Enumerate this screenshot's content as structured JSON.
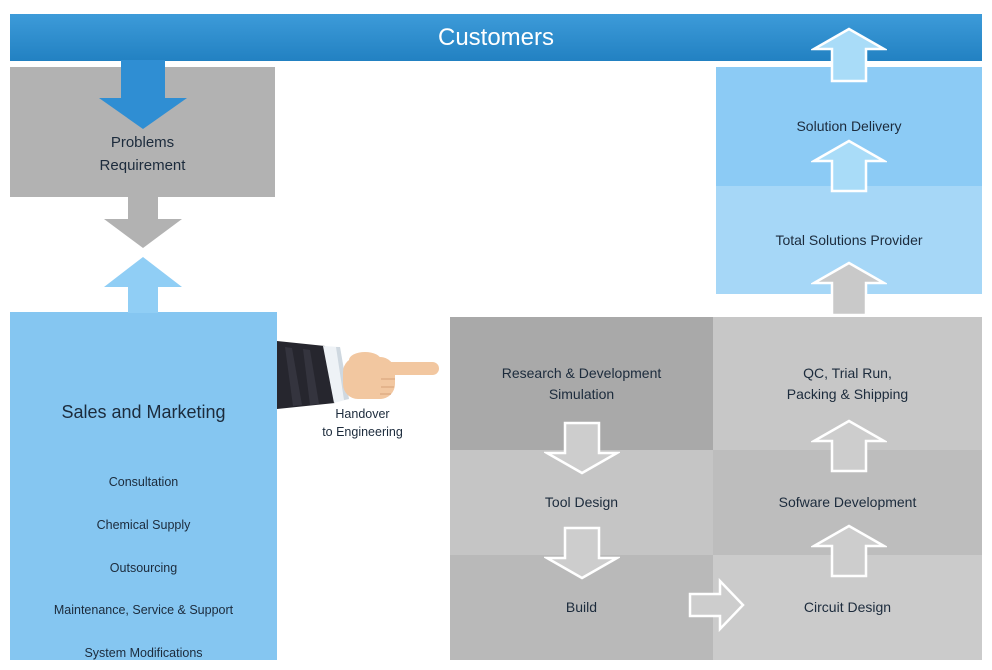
{
  "header": {
    "title": "Customers"
  },
  "left_flow": {
    "problems_requirement": "Problems\nRequirement",
    "sales_and_marketing": {
      "title": "Sales and Marketing",
      "services": [
        "Consultation",
        "Chemical Supply",
        "Outsourcing",
        "Maintenance, Service & Support",
        "System Modifications"
      ]
    },
    "handover_caption": "Handover\nto Engineering"
  },
  "engineering_flow": {
    "research_simulation": "Research & Development\nSimulation",
    "tool_design": "Tool Design",
    "build": "Build"
  },
  "delivery_flow": {
    "solution_delivery": "Solution Delivery",
    "total_solutions_provider": "Total Solutions Provider",
    "qc_trial_run": "QC, Trial Run,\nPacking & Shipping",
    "software_development": "Sofware Development",
    "circuit_design": "Circuit Design"
  },
  "icons": {
    "hand": "pointing-hand-icon",
    "arrows": [
      "arrow-customers-to-problems",
      "arrow-problems-down",
      "arrow-sales-up",
      "arrow-rd-to-tool-design",
      "arrow-tool-design-to-build",
      "arrow-build-to-circuit-design",
      "arrow-circuit-to-software",
      "arrow-software-to-qc",
      "arrow-qc-to-total-solutions",
      "arrow-total-to-solution-delivery",
      "arrow-solution-to-customers"
    ]
  },
  "colors": {
    "header_blue": "#2b8ccd",
    "arrow_solid_blue": "#2f8ed3",
    "sales_light_blue": "#85c6f1",
    "solution_blue": "#8ccbf5",
    "total_blue": "#a6d7f7",
    "arrow_outline_blue": "#a9dcf8",
    "gray_dark_box": "#a9a9a9",
    "gray_mid_box": "#bdbdbd",
    "gray_light_box": "#c7c7c7",
    "arrow_outline_gray": "#cdcdcd",
    "text_dark": "#1c2b3c"
  }
}
